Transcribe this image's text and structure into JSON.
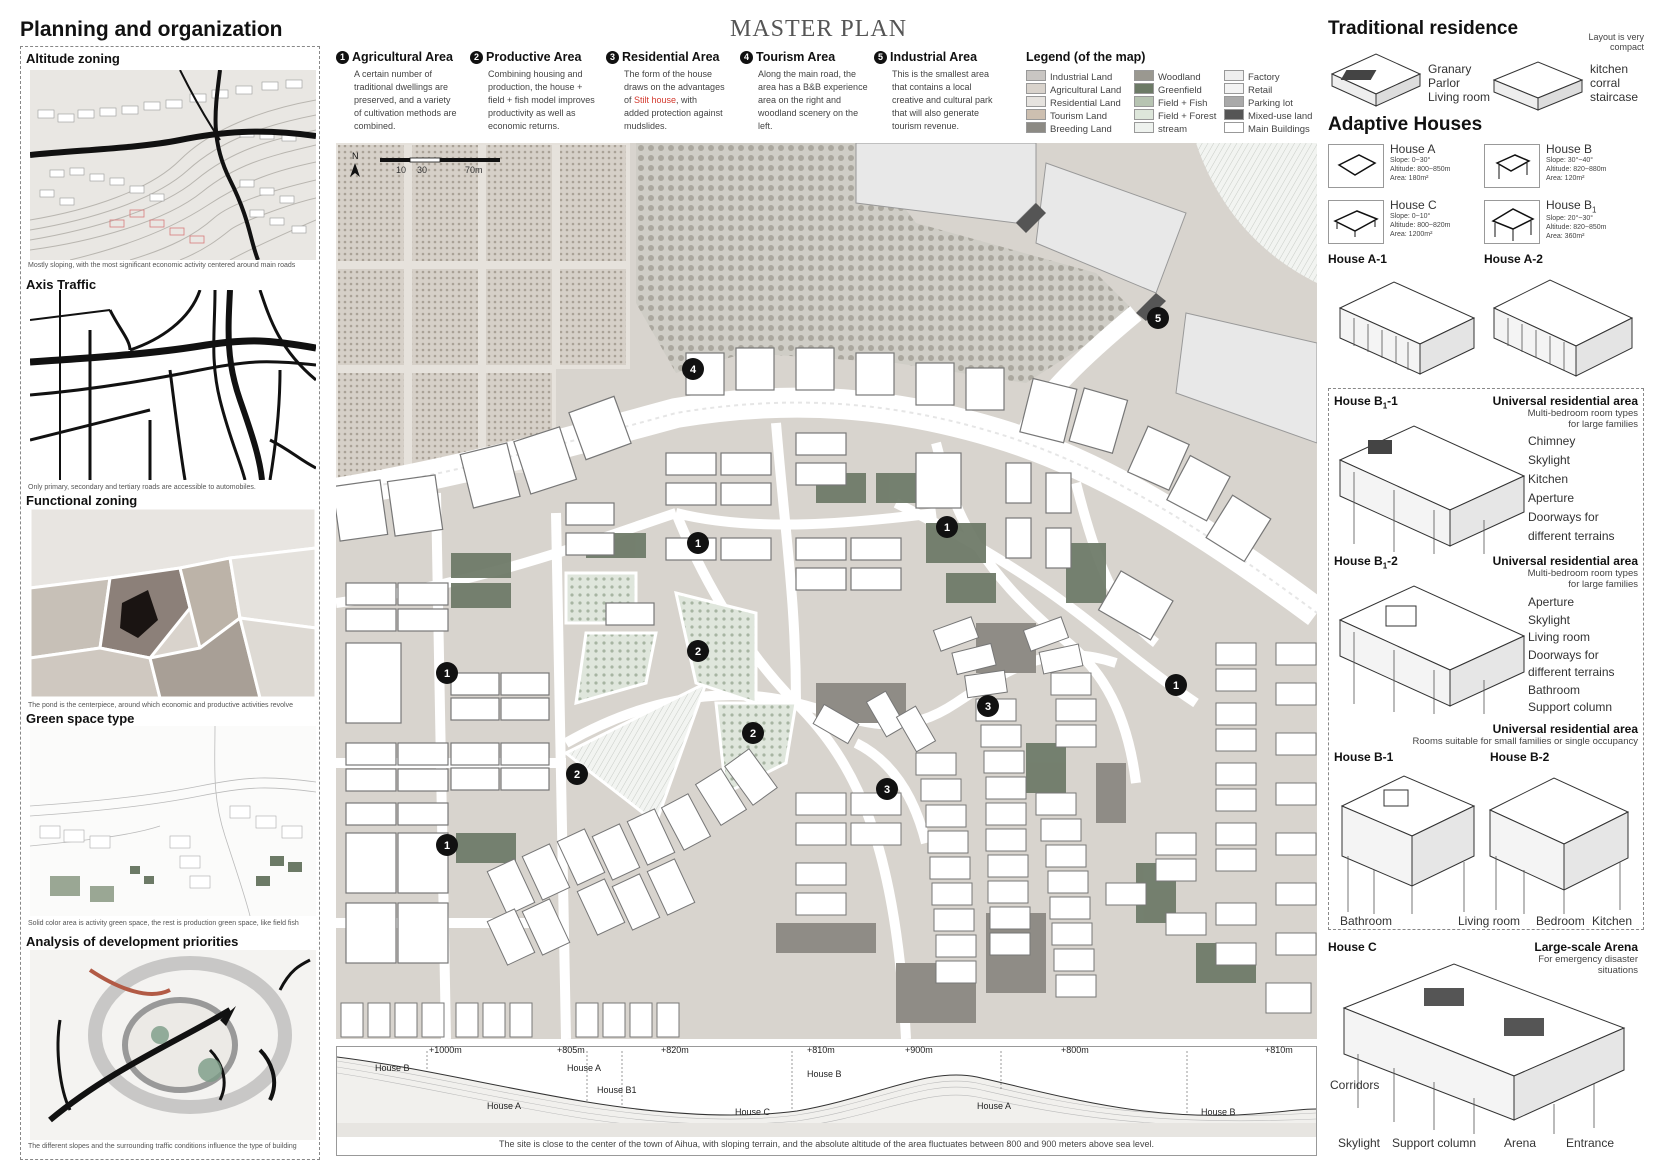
{
  "left": {
    "title": "Planning and organization",
    "panels": [
      {
        "title": "Altitude zoning",
        "caption": "Mostly sloping, with the most significant economic activity centered around main roads"
      },
      {
        "title": "Axis Traffic",
        "caption": "Only primary, secondary and tertiary roads are accessible to automobiles."
      },
      {
        "title": "Functional zoning",
        "caption": "The pond is the centerpiece, around which economic and productive activities revolve"
      },
      {
        "title": "Green space type",
        "caption": "Solid color area is activity green space, the rest is production green space, like field fish"
      },
      {
        "title": "Analysis of development priorities",
        "caption": "The different slopes and the surrounding traffic conditions influence the type of building"
      }
    ]
  },
  "master": {
    "title": "MASTER PLAN",
    "areas": [
      {
        "num": "1",
        "title": "Agricultural Area",
        "text": [
          "A certain number of",
          "traditional dwellings are",
          "preserved, and a variety",
          "of cultivation methods are",
          "combined."
        ]
      },
      {
        "num": "2",
        "title": "Productive Area",
        "text": [
          "Combining housing and",
          "production, the house +",
          "field + fish model improves",
          "productivity as well as",
          "economic returns."
        ]
      },
      {
        "num": "3",
        "title": "Residential Area",
        "text_pre": [
          "The form of the house",
          "draws on the advantages"
        ],
        "text_of": "of ",
        "highlight": "Stilt house",
        "text_after": ", with",
        "text_post": [
          "added protection against",
          "mudslides."
        ]
      },
      {
        "num": "4",
        "title": "Tourism Area",
        "text": [
          "Along the main road, the",
          "area has a B&B experience",
          "area on the right and",
          "woodland scenery on the",
          "left."
        ]
      },
      {
        "num": "5",
        "title": "Industrial Area",
        "text": [
          "This is the smallest area",
          "that contains a local",
          "creative and cultural park",
          "that will also generate",
          "tourism revenue."
        ]
      }
    ],
    "legend_title": "Legend (of the map)",
    "legend": [
      {
        "label": "Industrial Land",
        "color": "#c9c6c3"
      },
      {
        "label": "Agricultural Land",
        "color": "#d9d3cc"
      },
      {
        "label": "Residential Land",
        "color": "#e6e3df"
      },
      {
        "label": "Tourism Land",
        "color": "#cdbfb0"
      },
      {
        "label": "Breeding Land",
        "color": "#8c8a84"
      },
      {
        "label": "Woodland",
        "color": "#9a9890"
      },
      {
        "label": "Greenfield",
        "color": "#6c7a66"
      },
      {
        "label": "Field + Fish",
        "color": "#b7c4b2"
      },
      {
        "label": "Field + Forest",
        "color": "#dde6da"
      },
      {
        "label": "stream",
        "color": "#eef2ee"
      },
      {
        "label": "Factory",
        "color": "#eeeeee"
      },
      {
        "label": "Retail",
        "color": "#f3f3f3"
      },
      {
        "label": "Parking lot",
        "color": "#a9a9a9"
      },
      {
        "label": "Mixed-use land",
        "color": "#555555"
      },
      {
        "label": "Main Buildings",
        "color": "#ffffff"
      }
    ],
    "scale": {
      "n": "N",
      "ticks": [
        "10",
        "30",
        "70m"
      ]
    },
    "section_caption": "The site is close to the center of the town of Aihua, with sloping terrain, and the absolute altitude of the area fluctuates between 800 and 900 meters above sea level.",
    "section_altitudes": [
      "+1000m",
      "+805m",
      "+820m",
      "+810m",
      "+900m",
      "+800m",
      "+810m"
    ],
    "section_houses_top": [
      "House B",
      "House A",
      "House B1",
      "House B"
    ],
    "section_houses_bottom": [
      "House A",
      "House C",
      "House A",
      "House B"
    ]
  },
  "right": {
    "trad_title": "Traditional residence",
    "trad_note": [
      "Layout is very",
      "compact"
    ],
    "trad_labels_1": [
      "Granary",
      "Parlor",
      "Living room"
    ],
    "trad_labels_2": [
      "kitchen",
      "corral",
      "staircase"
    ],
    "adapt_title": "Adaptive Houses",
    "houses": [
      {
        "name": "House A",
        "sub": "",
        "slope": "Slope: 0~30°",
        "alt": "Altitude: 800~850m",
        "area": "Area: 180m²"
      },
      {
        "name": "House B",
        "sub": "",
        "slope": "Slope: 30°~40°",
        "alt": "Altitude: 820~880m",
        "area": "Area: 120m²"
      },
      {
        "name": "House C",
        "sub": "",
        "slope": "Slope: 0~10°",
        "alt": "Altitude: 800~820m",
        "area": "Area: 1200m²"
      },
      {
        "name": "House B",
        "sub": "1",
        "slope": "Slope: 20°~30°",
        "alt": "Altitude: 820~850m",
        "area": "Area: 360m²"
      }
    ],
    "house_a1": "House A-1",
    "house_a2": "House A-2",
    "b11": {
      "name": "House B",
      "sub": "1",
      "suffix": "-1",
      "area_title": "Universal residential area",
      "area_sub": [
        "Multi-bedroom room types",
        "for large families"
      ],
      "labels": [
        "Chimney",
        "Skylight",
        "Kitchen",
        "Aperture",
        "Doorways for",
        "different terrains"
      ]
    },
    "b12": {
      "name": "House B",
      "sub": "1",
      "suffix": "-2",
      "area_title": "Universal residential area",
      "area_sub": [
        "Multi-bedroom room types",
        "for large families"
      ],
      "labels": [
        "Aperture",
        "Skylight",
        "Living room",
        "Doorways for",
        "different terrains",
        "Bathroom",
        "Support column"
      ]
    },
    "bsmall": {
      "area_title": "Universal residential area",
      "area_sub": "Rooms suitable for small families or single occupancy",
      "b1": "House B-1",
      "b2": "House B-2",
      "labels": [
        "Bathroom",
        "Living room",
        "Bedroom",
        "Kitchen"
      ]
    },
    "housec": {
      "name": "House C",
      "area_title": "Large-scale Arena",
      "area_sub": [
        "For emergency disaster",
        "situations"
      ],
      "labels": [
        "Corridors",
        "Skylight",
        "Support column",
        "Arena",
        "Entrance"
      ]
    }
  }
}
